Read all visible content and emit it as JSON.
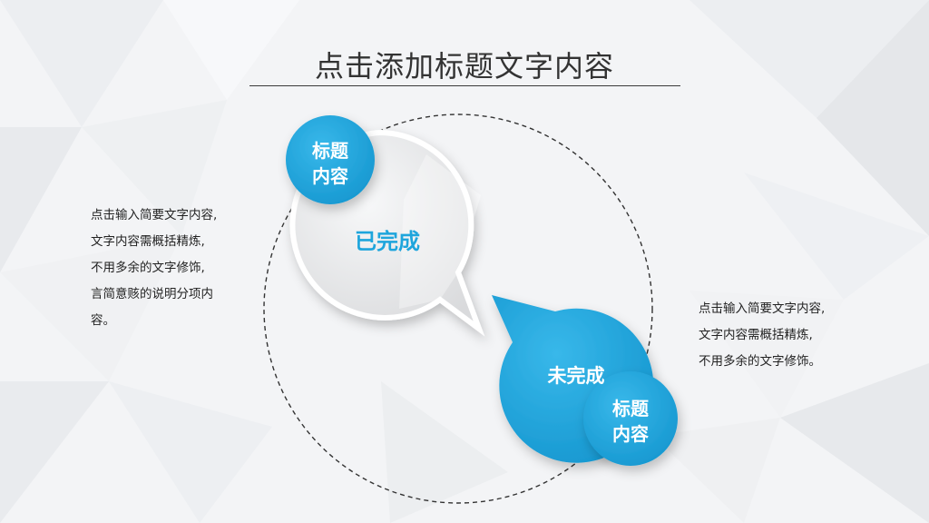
{
  "title": "点击添加标题文字内容",
  "status_done": "已完成",
  "status_todo": "未完成",
  "badge_top": {
    "line1": "标题",
    "line2": "内容"
  },
  "badge_bottom": {
    "line1": "标题",
    "line2": "内容"
  },
  "desc_left": [
    "点击输入简要文字内容,",
    "文字内容需概括精炼,",
    "不用多余的文字修饰,",
    "言简意赅的说明分项内",
    "容。"
  ],
  "desc_right": [
    "点击输入简要文字内容,",
    "文字内容需概括精炼,",
    "不用多余的文字修饰。"
  ],
  "colors": {
    "accent": "#1ea5dc",
    "bubble_gray": "#e6e7e9",
    "text": "#333333"
  }
}
